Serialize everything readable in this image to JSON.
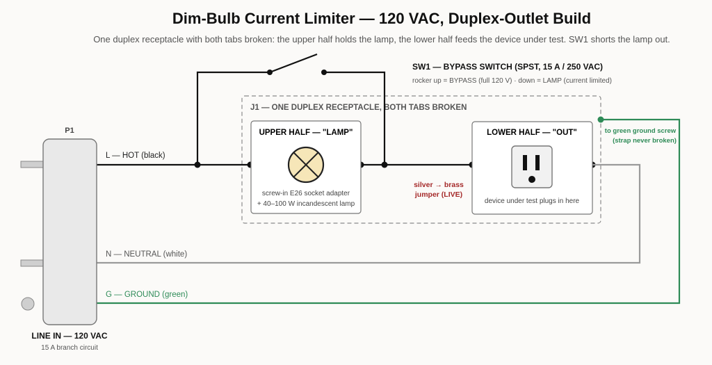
{
  "title": "Dim-Bulb Current Limiter — 120 VAC, Duplex-Outlet Build",
  "subtitle": "One duplex receptacle with both tabs broken: the upper half holds the lamp, the lower half feeds the device under test. SW1 shorts the lamp out.",
  "plug": {
    "ref": "P1",
    "label": "LINE IN — 120 VAC",
    "sublabel": "15 A branch circuit"
  },
  "wires": {
    "hot": "L — HOT (black)",
    "neutral": "N — NEUTRAL (white)",
    "ground": "G — GROUND (green)"
  },
  "switch": {
    "title": "SW1 — BYPASS SWITCH (SPST, 15 A / 250 VAC)",
    "note": "rocker up = BYPASS (full 120 V) · down = LAMP (current limited)"
  },
  "receptacle": {
    "title": "J1 — ONE DUPLEX RECEPTACLE, BOTH TABS BROKEN",
    "upper": {
      "title": "UPPER HALF — \"LAMP\"",
      "note1": "screw-in E26 socket adapter",
      "note2": "+ 40–100 W incandescent lamp"
    },
    "lower": {
      "title": "LOWER HALF — \"OUT\"",
      "note": "device under test plugs in here"
    },
    "jumper1": "silver → brass",
    "jumper2": "jumper (LIVE)",
    "ground1": "to green ground screw",
    "ground2": "(strap never broken)"
  },
  "colors": {
    "hot": "#111111",
    "neutral": "#9a9a9a",
    "ground": "#2e8b57",
    "live_label": "#a52a2a",
    "dashed_box": "#8a8a8a"
  }
}
